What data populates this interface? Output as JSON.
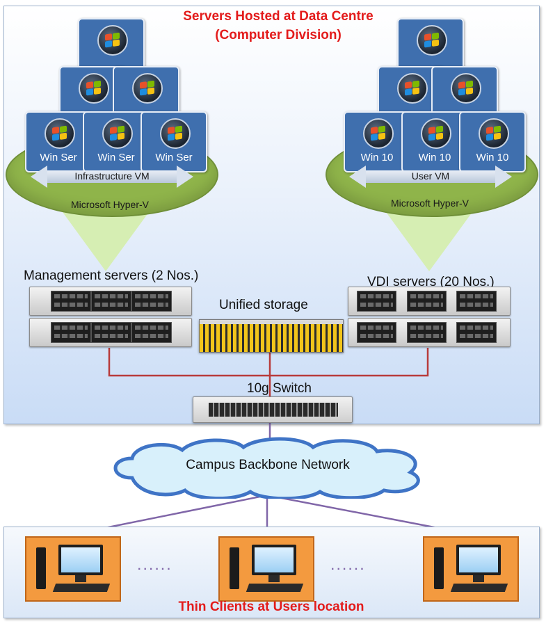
{
  "datacentre": {
    "title_line1": "Servers Hosted at Data Centre",
    "title_line2": "(Computer Division)"
  },
  "left_group": {
    "vm_labels": [
      "Win Ser",
      "Win Ser",
      "Win Ser"
    ],
    "arrow_label": "Infrastructure VM",
    "hypervisor_label": "Microsoft Hyper-V",
    "servers_label": "Management servers (2 Nos.)"
  },
  "right_group": {
    "vm_labels": [
      "Win 10",
      "Win 10",
      "Win 10"
    ],
    "arrow_label": "User VM",
    "hypervisor_label": "Microsoft Hyper-V",
    "servers_label": "VDI servers (20 Nos.)"
  },
  "storage_label": "Unified storage",
  "switch_label": "10g Switch",
  "network_label": "Campus Backbone Network",
  "clients": {
    "title": "Thin Clients at Users location",
    "separator": "......"
  },
  "colors": {
    "title_red": "#e31b1b",
    "vm_blue": "#3f6fae",
    "hyperv_green": "#8fb44a",
    "link_red": "#b83b3b",
    "link_purple": "#8066a8",
    "client_orange": "#f39a3f"
  },
  "icons": [
    "windows-logo-icon",
    "rack-server-icon",
    "storage-array-icon",
    "network-switch-icon",
    "cloud-icon",
    "thin-client-icon"
  ]
}
